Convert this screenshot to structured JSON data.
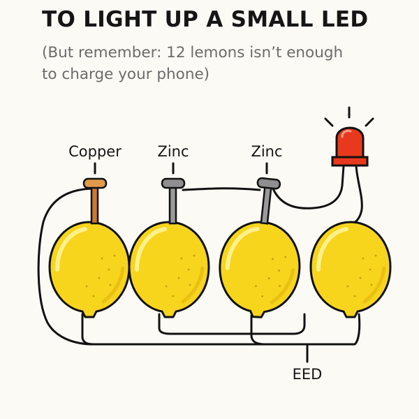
{
  "header": {
    "title": "TO LIGHT UP A SMALL LED",
    "subtitle_line1": "(But remember: 12 lemons isn’t enough",
    "subtitle_line2": "to charge your phone)"
  },
  "labels": {
    "copper": "Copper",
    "zinc_1": "Zinc",
    "zinc_2": "Zinc",
    "bottom": "EED"
  },
  "colors": {
    "lemon": "#f7d51d",
    "lemon_shade": "#e2b70e",
    "copper": "#c77a2c",
    "zinc": "#8f8f8f",
    "led": "#e8391f",
    "wire": "#111111"
  }
}
